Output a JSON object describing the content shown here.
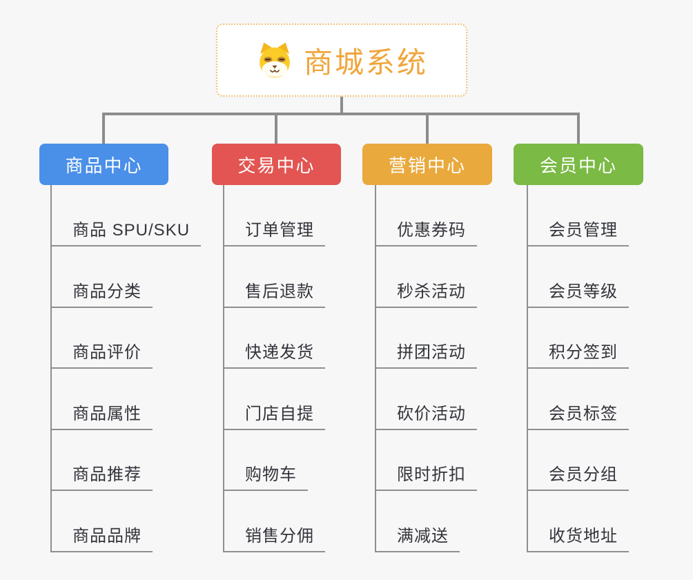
{
  "root": {
    "title": "商城系统",
    "icon": "dog-face-icon",
    "title_color": "#F0A63C",
    "border_color": "#F2C274"
  },
  "branches": [
    {
      "label": "商品中心",
      "color": "#4A8FE8",
      "items": [
        "商品 SPU/SKU",
        "商品分类",
        "商品评价",
        "商品属性",
        "商品推荐",
        "商品品牌"
      ]
    },
    {
      "label": "交易中心",
      "color": "#E25552",
      "items": [
        "订单管理",
        "售后退款",
        "快递发货",
        "门店自提",
        "购物车",
        "销售分佣"
      ]
    },
    {
      "label": "营销中心",
      "color": "#E9A93D",
      "items": [
        "优惠券码",
        "秒杀活动",
        "拼团活动",
        "砍价活动",
        "限时折扣",
        "满减送"
      ]
    },
    {
      "label": "会员中心",
      "color": "#7ABA45",
      "items": [
        "会员管理",
        "会员等级",
        "积分签到",
        "会员标签",
        "会员分组",
        "收货地址"
      ]
    }
  ],
  "colors": {
    "background": "#F7F7F7",
    "connector_line": "#8C8C8C",
    "leaf_line": "#8E8E8E",
    "leaf_text": "#33343B",
    "branch_text": "#FFFFFF"
  }
}
